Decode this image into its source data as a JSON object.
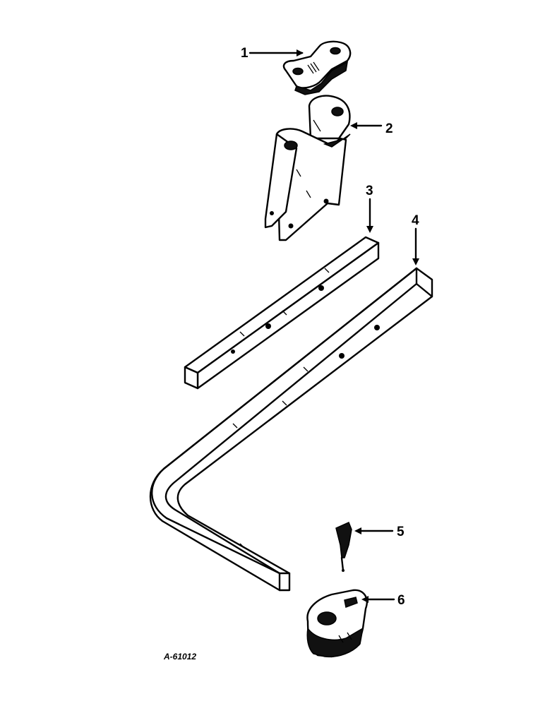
{
  "parts": [
    {
      "number": "1",
      "icon": "strap-clamp-icon"
    },
    {
      "number": "2",
      "icon": "bracket-icon"
    },
    {
      "number": "3",
      "icon": "straight-bar-icon"
    },
    {
      "number": "4",
      "icon": "bent-bar-icon"
    },
    {
      "number": "5",
      "icon": "pin-icon"
    },
    {
      "number": "6",
      "icon": "clamp-block-icon"
    }
  ],
  "drawing_id": "A-61012"
}
